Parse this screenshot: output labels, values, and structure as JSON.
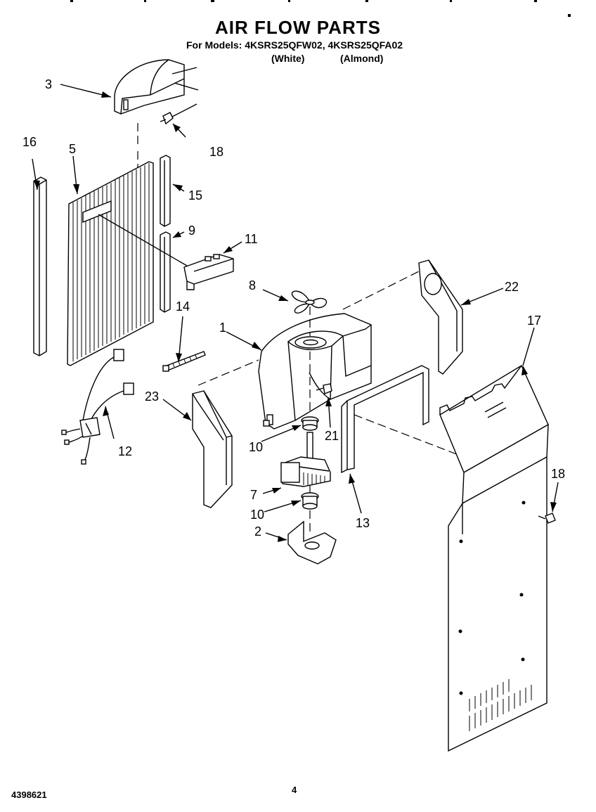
{
  "header": {
    "title": "AIR FLOW PARTS",
    "models_line": "For Models: 4KSRS25QFW02, 4KSRS25QFA02",
    "color_white": "(White)",
    "color_almond": "(Almond)"
  },
  "callouts": [
    "1",
    "2",
    "3",
    "5",
    "7",
    "8",
    "9",
    "10",
    "10",
    "11",
    "12",
    "13",
    "14",
    "15",
    "16",
    "17",
    "18",
    "18",
    "21",
    "22",
    "23"
  ],
  "footer": {
    "document_code": "4398621",
    "page_number": "4"
  }
}
